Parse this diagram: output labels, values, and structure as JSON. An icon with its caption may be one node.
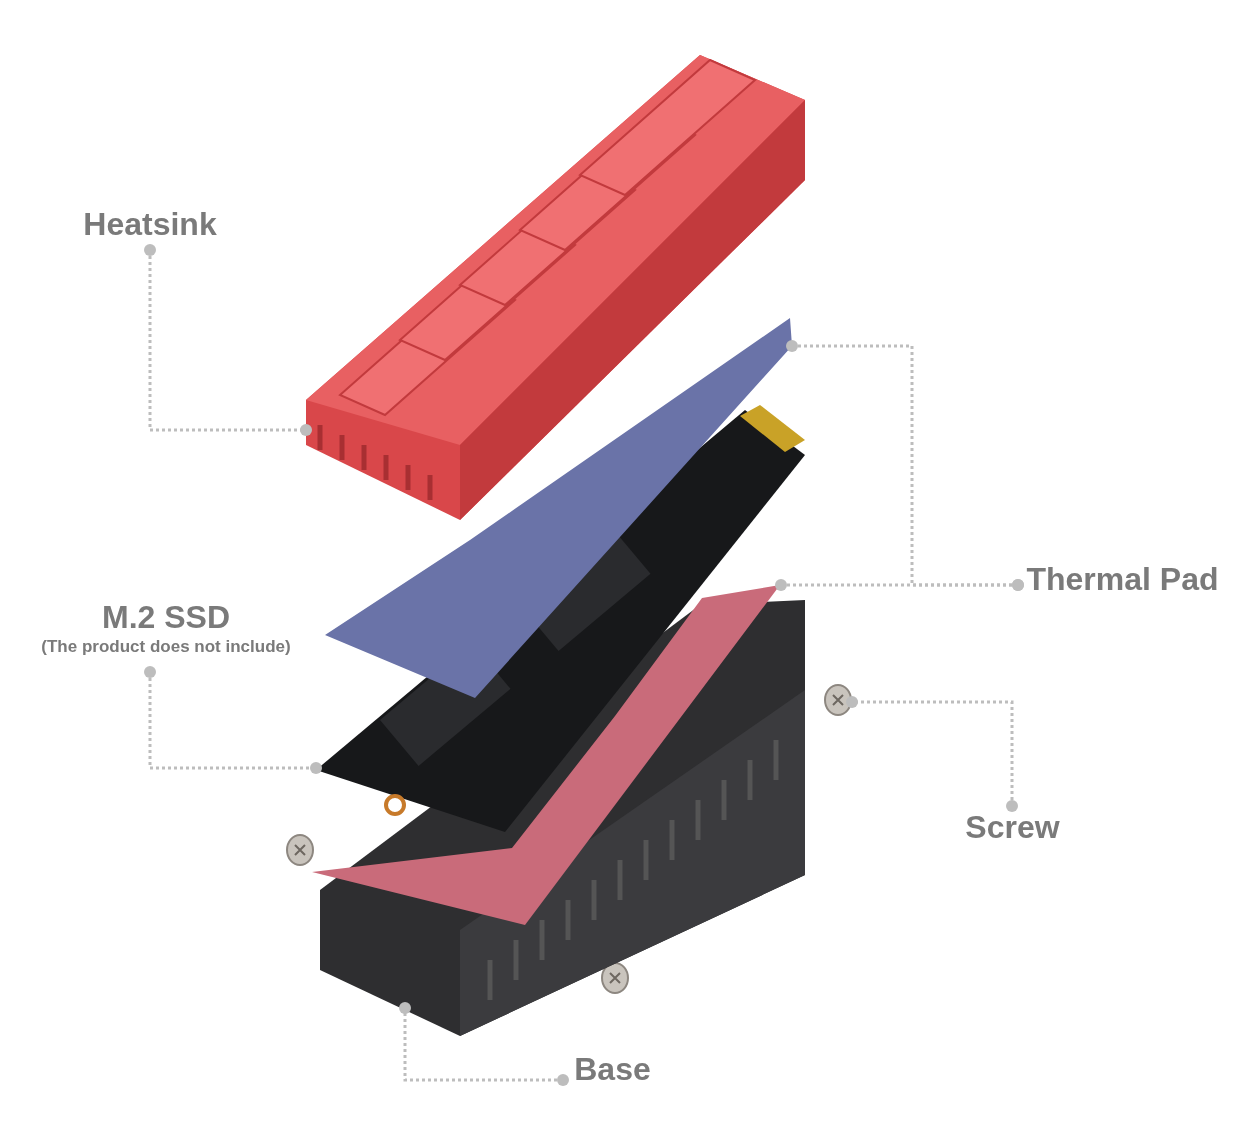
{
  "diagram": {
    "nodes": [
      {
        "text": [
          "Heatsink"
        ]
      },
      {
        "text": [],
        "shape": "picture"
      },
      {
        "text": [
          "Thermal Pad"
        ]
      },
      {
        "text": [],
        "shape": "picture"
      },
      {
        "text": [
          "M.2 SSD",
          "(The product does not include)"
        ]
      },
      {
        "text": [],
        "shape": "picture"
      },
      {
        "text": [],
        "shape": "picture"
      },
      {
        "text": [],
        "shape": "picture"
      },
      {
        "text": [
          "Screw"
        ]
      },
      {
        "text": [],
        "shape": "picture"
      },
      {
        "text": [
          "Base"
        ]
      }
    ],
    "edges": [
      {
        "from": 0,
        "to": 1,
        "arrow": "other"
      },
      {
        "from": 2,
        "to": 3,
        "arrow": "other"
      },
      {
        "from": 2,
        "to": 6,
        "arrow": "other"
      },
      {
        "from": 4,
        "to": 5,
        "arrow": "other"
      },
      {
        "from": 8,
        "to": 7,
        "arrow": "other"
      },
      {
        "from": 10,
        "to": 9,
        "arrow": "other"
      }
    ]
  }
}
